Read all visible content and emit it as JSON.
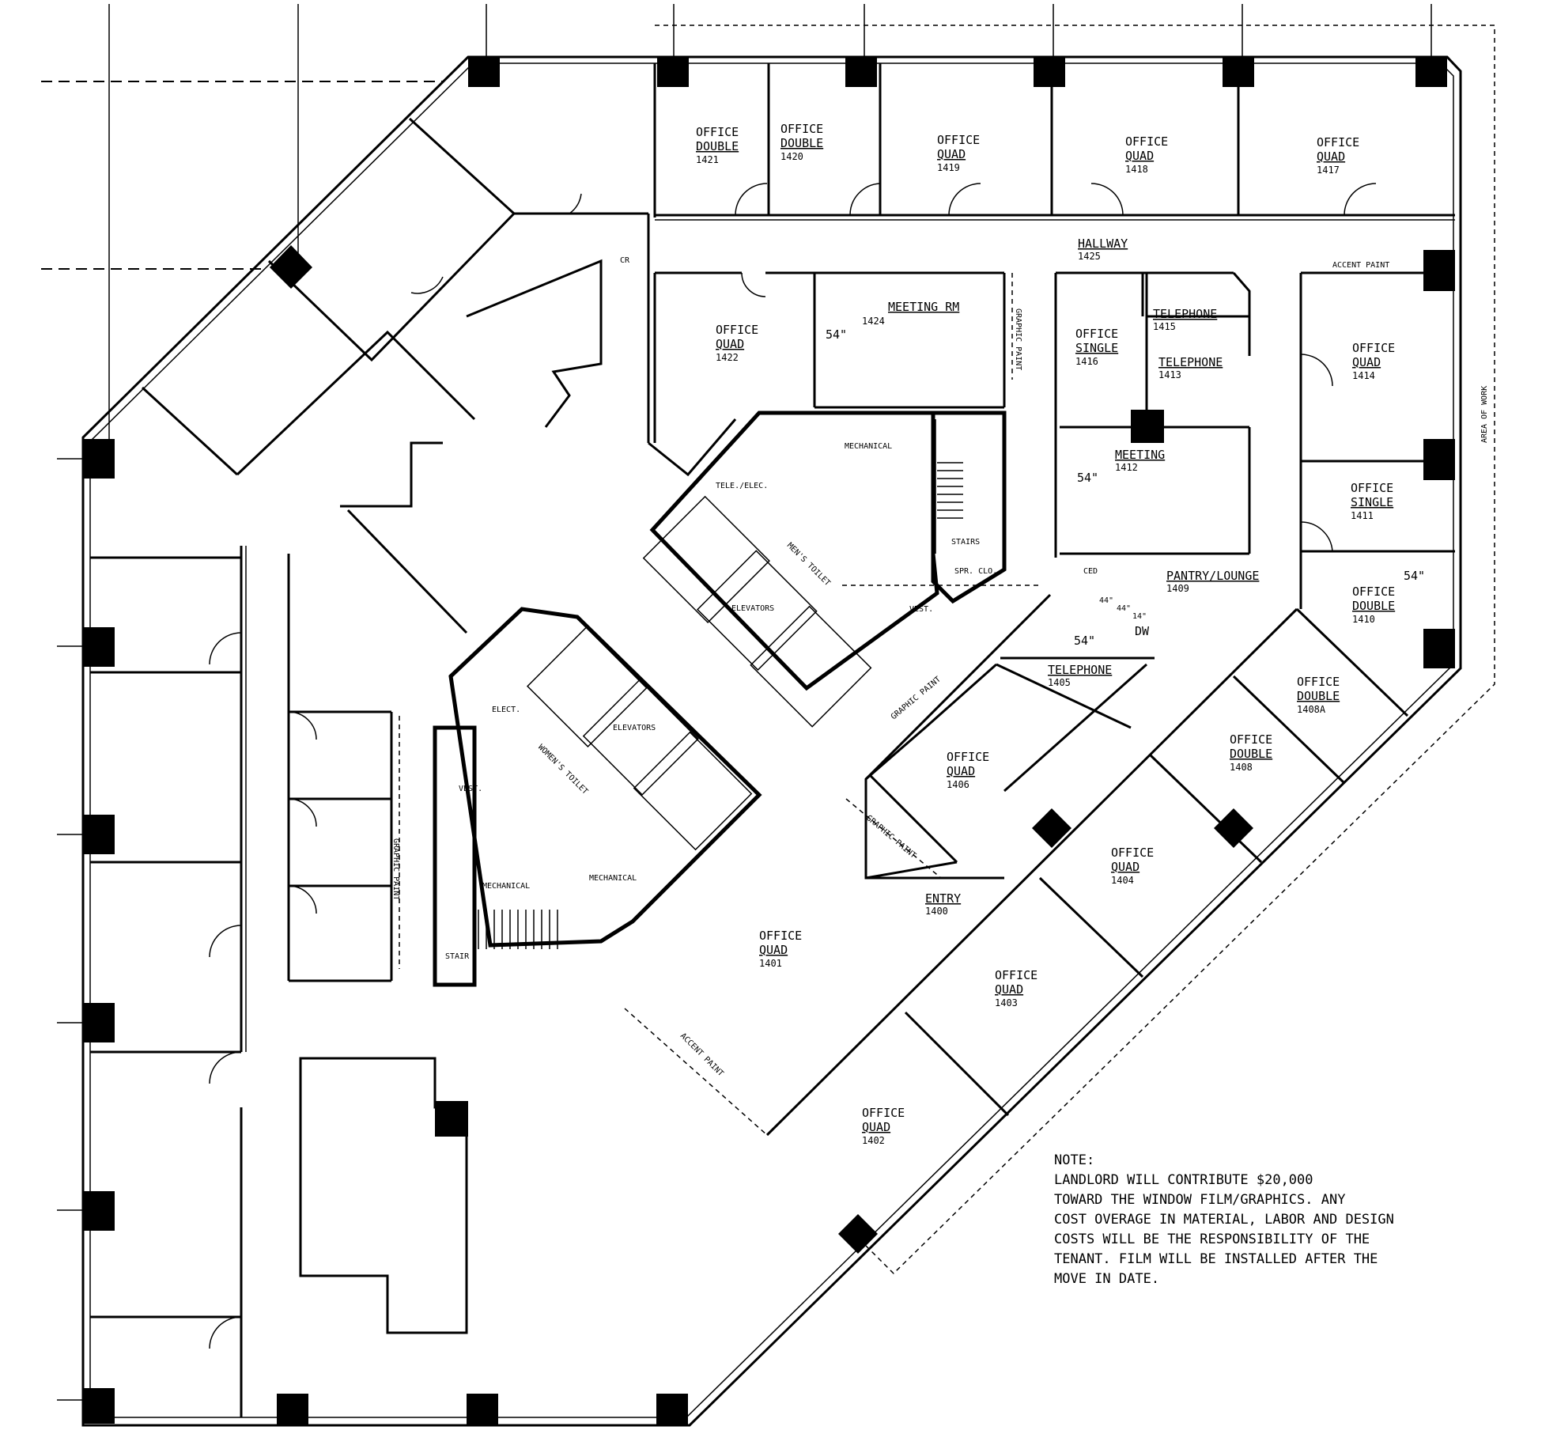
{
  "plan": {
    "labels": {
      "r1421a": "OFFICE",
      "r1421b": "DOUBLE",
      "r1421n": "1421",
      "r1420a": "OFFICE",
      "r1420b": "DOUBLE",
      "r1420n": "1420",
      "r1419a": "OFFICE",
      "r1419b": "QUAD",
      "r1419n": "1419",
      "r1418a": "OFFICE",
      "r1418b": "QUAD",
      "r1418n": "1418",
      "r1417a": "OFFICE",
      "r1417b": "QUAD",
      "r1417n": "1417",
      "hall": "HALLWAY",
      "hall_n": "1425",
      "r1422a": "OFFICE",
      "r1422b": "QUAD",
      "r1422n": "1422",
      "r1424a": "MEETING RM",
      "r1424n": "1424",
      "r1416a": "OFFICE",
      "r1416b": "SINGLE",
      "r1416n": "1416",
      "r1415a": "TELEPHONE",
      "r1415n": "1415",
      "r1413a": "TELEPHONE",
      "r1413n": "1413",
      "r1414a": "OFFICE",
      "r1414b": "QUAD",
      "r1414n": "1414",
      "r1412a": "MEETING",
      "r1412n": "1412",
      "r1411a": "OFFICE",
      "r1411b": "SINGLE",
      "r1411n": "1411",
      "r1410a": "OFFICE",
      "r1410b": "DOUBLE",
      "r1410n": "1410",
      "r1409a": "PANTRY/LOUNGE",
      "r1409n": "1409",
      "r1405a": "TELEPHONE",
      "r1405n": "1405",
      "r1408Aa": "OFFICE",
      "r1408Ab": "DOUBLE",
      "r1408An": "1408A",
      "r1408a": "OFFICE",
      "r1408b": "DOUBLE",
      "r1408n": "1408",
      "r1406a": "OFFICE",
      "r1406b": "QUAD",
      "r1406n": "1406",
      "r1404a": "OFFICE",
      "r1404b": "QUAD",
      "r1404n": "1404",
      "r1401a": "OFFICE",
      "r1401b": "QUAD",
      "r1401n": "1401",
      "r1403a": "OFFICE",
      "r1403b": "QUAD",
      "r1403n": "1403",
      "r1402a": "OFFICE",
      "r1402b": "QUAD",
      "r1402n": "1402",
      "entry": "ENTRY",
      "entry_n": "1400",
      "mech1": "MECHANICAL",
      "tele": "TELE./ELEC.",
      "mens": "MEN'S TOILET",
      "elev1": "ELEVATORS",
      "stairs1": "STAIRS",
      "sprclo": "SPR. CLO.",
      "vest1": "VEST.",
      "elect": "ELECT.",
      "elev2": "ELEVATORS",
      "womens": "WOMEN'S TOILET",
      "vest2": "VEST.",
      "mech2": "MECHANICAL",
      "mech3": "MECHANICAL",
      "stair2": "STAIR",
      "accent1": "ACCENT PAINT",
      "accent2": "ACCENT PAINT",
      "graphic1": "GRAPHIC PAINT",
      "graphic2": "GRAPHIC PAINT",
      "graphic3": "GRAPHIC PAINT",
      "graphic4": "GRAPHIC PAINT",
      "area": "AREA OF WORK",
      "ced": "CED",
      "dw": "DW",
      "d54a": "54\"",
      "d54b": "54\"",
      "d54c": "54\"",
      "d54d": "54\"",
      "d44a": "44\"",
      "d44b": "44\"",
      "d14": "14\"",
      "cr": "CR"
    },
    "note": {
      "heading": "NOTE:",
      "lines": [
        "LANDLORD WILL CONTRIBUTE $20,000",
        "TOWARD THE WINDOW FILM/GRAPHICS. ANY",
        "COST OVERAGE IN MATERIAL, LABOR AND DESIGN",
        "COSTS WILL BE THE RESPONSIBILITY OF THE",
        "TENANT. FILM WILL BE INSTALLED AFTER THE",
        "MOVE IN DATE."
      ]
    }
  }
}
